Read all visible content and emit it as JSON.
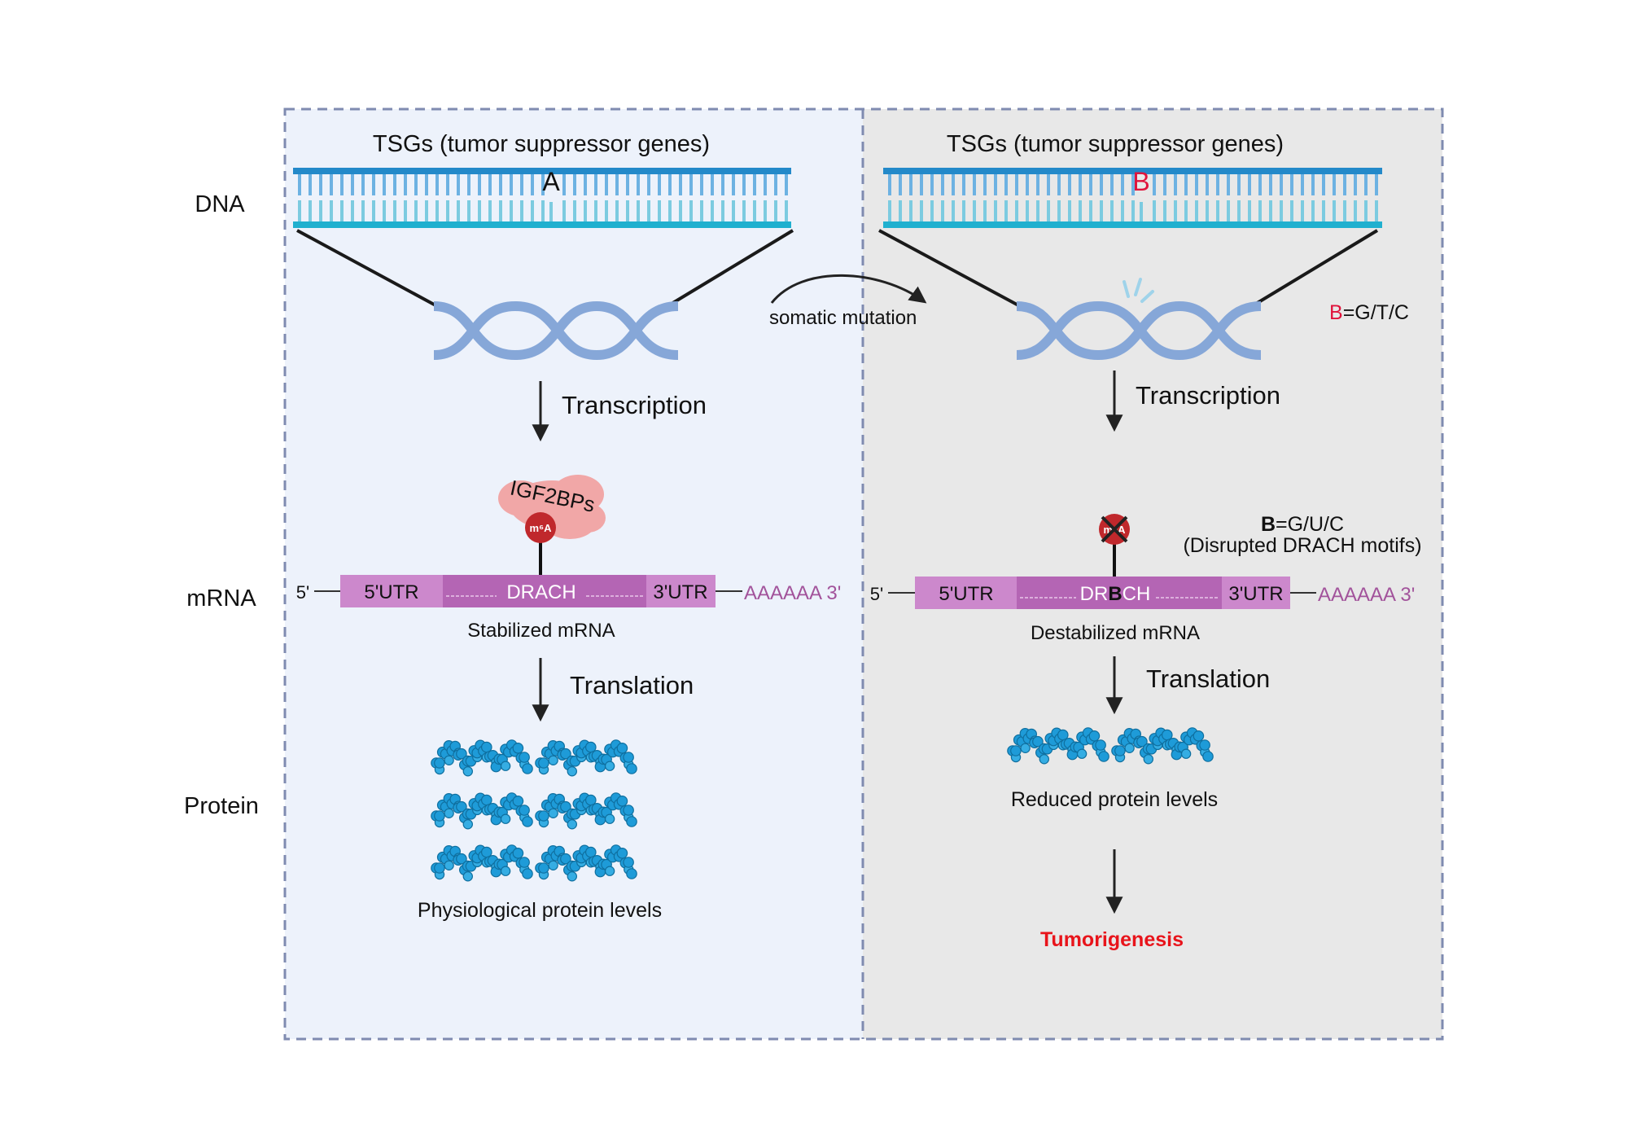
{
  "row_labels": {
    "dna": "DNA",
    "mrna": "mRNA",
    "protein": "Protein"
  },
  "left": {
    "tsg_title": "TSGs (tumor suppressor genes)",
    "base": "A",
    "transcription": "Transcription",
    "reader_protein": "IGF2BPs",
    "m6a": "m⁶A",
    "five_prime": "5'",
    "utr5": "5'UTR",
    "motif": "DRACH",
    "utr3": "3'UTR",
    "poly_a": "AAAAAA 3'",
    "mrna_caption": "Stabilized mRNA",
    "translation": "Translation",
    "protein_caption": "Physiological protein levels"
  },
  "middle": {
    "mutation_label": "somatic mutation"
  },
  "right": {
    "tsg_title": "TSGs (tumor suppressor genes)",
    "base": "B",
    "dna_legend_base": "B",
    "dna_legend_rest": "=G/T/C",
    "transcription": "Transcription",
    "m6a": "m⁶A",
    "rna_legend_base": "B",
    "rna_legend_rest": "=G/U/C",
    "rna_legend_note": "(Disrupted DRACH motifs)",
    "five_prime": "5'",
    "utr5": "5'UTR",
    "motif_a": "DR",
    "motif_b": "B",
    "motif_c": "CH",
    "utr3": "3'UTR",
    "poly_a": "AAAAAA 3'",
    "mrna_caption": "Destabilized mRNA",
    "translation": "Translation",
    "protein_caption": "Reduced protein levels",
    "outcome": "Tumorigenesis"
  },
  "colors": {
    "left_panel_bg": "#edf2fb",
    "right_panel_bg": "#e8e8e8",
    "panel_border": "#7f8bb0",
    "dna_strand_top": "#2389c9",
    "dna_strand_bottom": "#20b0cf",
    "helix": "#86a7d8",
    "utr": "#cc88cc",
    "coding": "#b465b4",
    "poly_a": "#a2539b",
    "m6a_red": "#c0282c",
    "igf2bp_pink": "#f1a7a7",
    "protein_blue": "#1e9bd8",
    "mutation_red": "#e0143c",
    "tumor_red": "#e8141b"
  }
}
